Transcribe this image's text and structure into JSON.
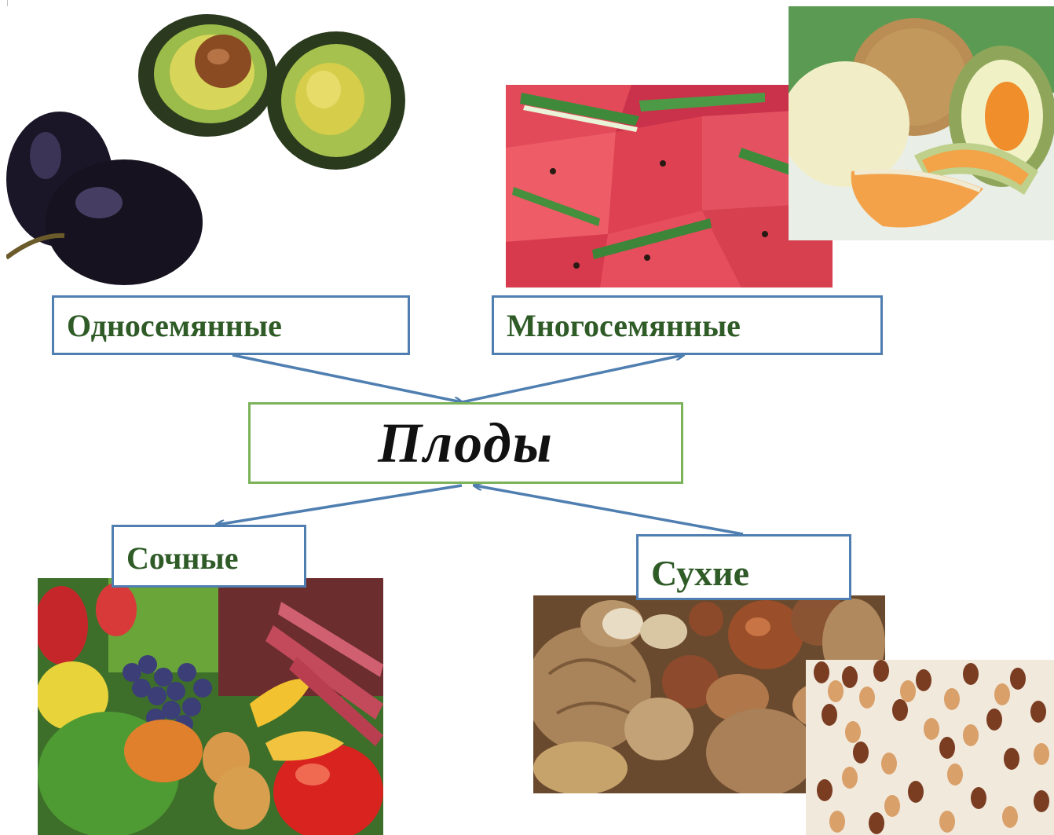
{
  "diagram": {
    "center_label": "Плоды",
    "labels": {
      "one_seed": "Односемянные",
      "many_seed": "Многосемянные",
      "juicy": "Сочные",
      "dry": "Сухие"
    },
    "colors": {
      "label_text": "#2f5b27",
      "box_border": "#4f7eb0",
      "center_border": "#7cb35a",
      "arrow": "#4f7eb0"
    },
    "images": [
      "plum-avocado-photo",
      "watermelon-photo",
      "melon-photo",
      "vegetables-photo",
      "nuts-photo",
      "beans-photo"
    ]
  }
}
